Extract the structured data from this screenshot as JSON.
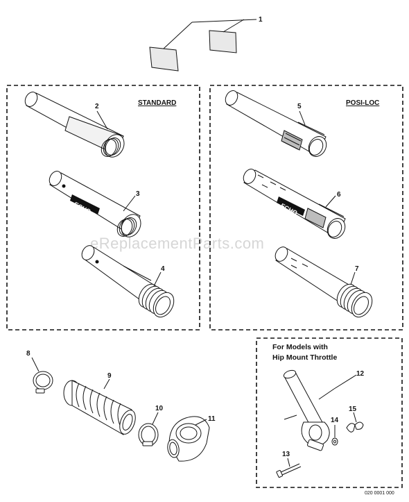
{
  "diagram": {
    "sections": {
      "standard_title": "STANDARD",
      "posi_loc_title": "POSI-LOC",
      "hip_mount_note_line1": "For Models with",
      "hip_mount_note_line2": "Hip Mount Throttle"
    },
    "brand_text": "ECHO",
    "watermark": "eReplacementParts.com",
    "figure_code": "020 0001 000",
    "callouts": [
      "1",
      "2",
      "3",
      "4",
      "5",
      "6",
      "7",
      "8",
      "9",
      "10",
      "11",
      "12",
      "13",
      "14",
      "15"
    ]
  }
}
